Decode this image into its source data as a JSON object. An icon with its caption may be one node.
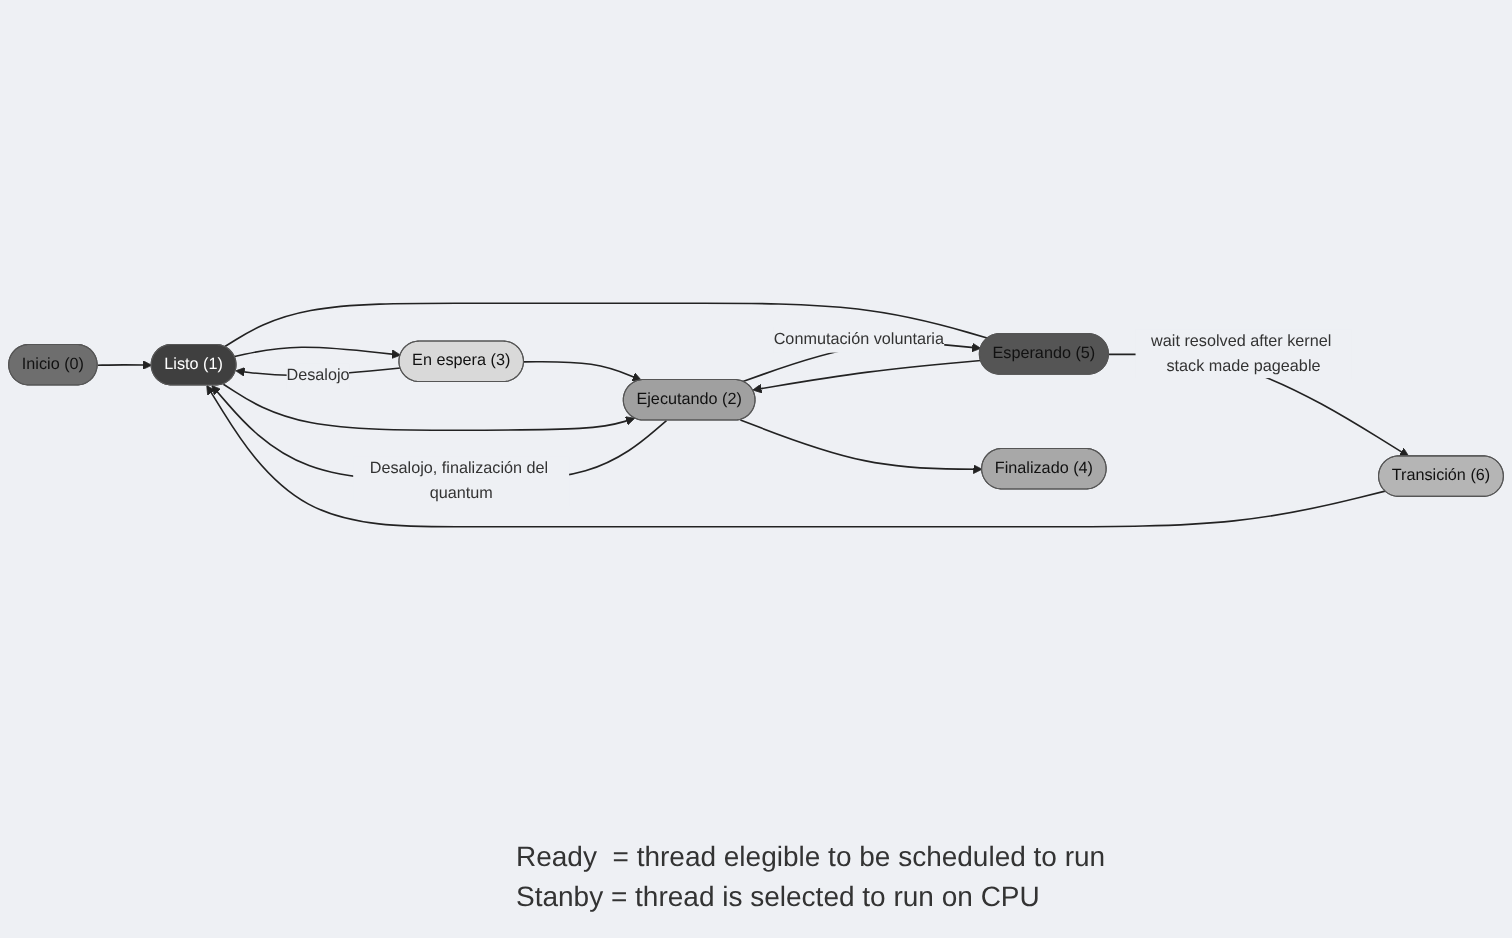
{
  "diagram": {
    "nodes": [
      {
        "text": [
          "Inicio (0)"
        ]
      },
      {
        "text": [
          "En espera (3)"
        ]
      },
      {
        "text": [
          "Listo (1)"
        ]
      },
      {
        "text": [
          "Ejecutando (2)"
        ]
      },
      {
        "text": [
          "Transición (6)"
        ]
      },
      {
        "text": [
          "Esperando (5)"
        ]
      },
      {
        "text": [
          "Finalizado (4)"
        ]
      }
    ],
    "edges": [
      {
        "from": 0,
        "to": 2,
        "arrow": "to"
      },
      {
        "from": 2,
        "to": 1,
        "arrow": "to"
      },
      {
        "from": 1,
        "to": 2,
        "arrow": "to",
        "label": "Desalojo"
      },
      {
        "from": 1,
        "to": 3,
        "arrow": "to"
      },
      {
        "from": 3,
        "to": 2,
        "arrow": "to",
        "label": "Desalojo, finalización del quantum"
      },
      {
        "from": 2,
        "to": 3,
        "arrow": "to"
      },
      {
        "from": 2,
        "to": 5,
        "arrow": "none"
      },
      {
        "from": 5,
        "to": 3,
        "arrow": "to"
      },
      {
        "from": 3,
        "to": 5,
        "arrow": "to",
        "label": "Conmutación voluntaria"
      },
      {
        "from": 5,
        "to": 4,
        "arrow": "to",
        "label": "wait resolved after kernel stack made pageable"
      },
      {
        "from": 4,
        "to": 2,
        "arrow": "to"
      },
      {
        "from": 3,
        "to": 6,
        "arrow": "to"
      }
    ],
    "labels": [
      "Ready  = thread elegible to be scheduled to run",
      "Stanby = thread is selected to run on CPU"
    ]
  }
}
